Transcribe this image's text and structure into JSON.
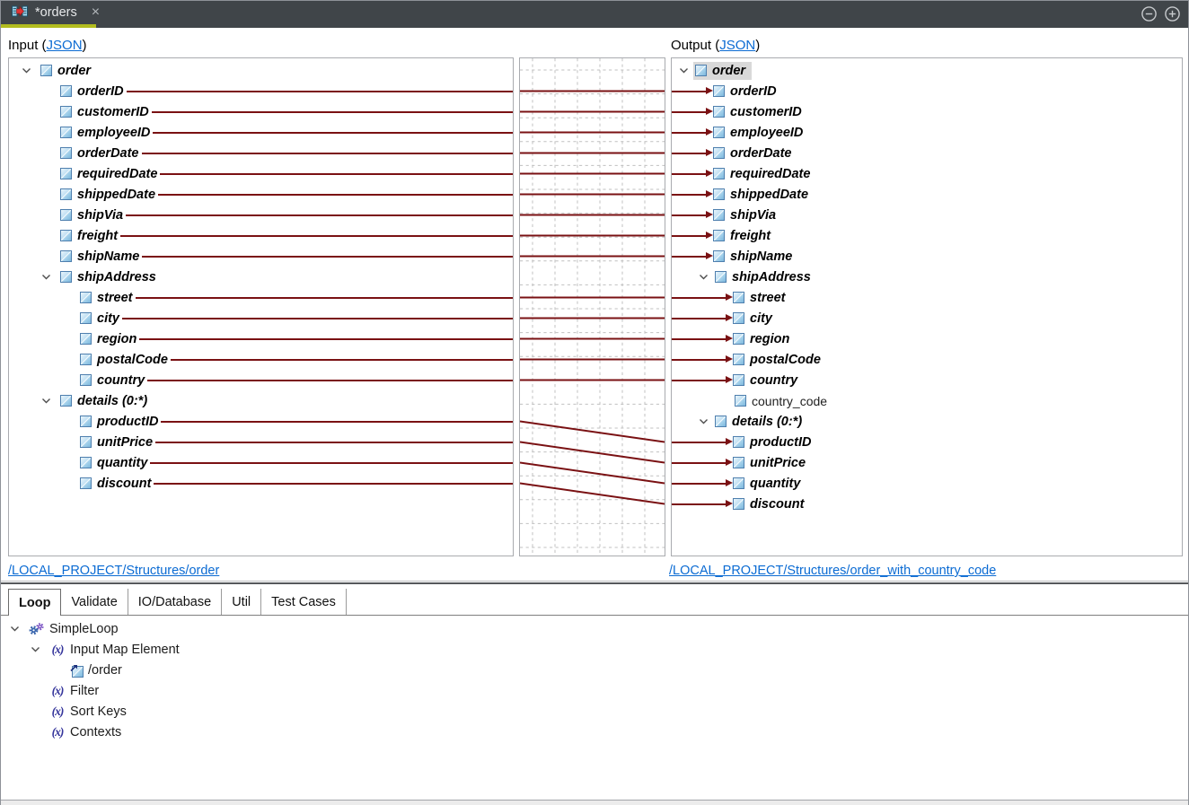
{
  "window": {
    "tab_title": "*orders",
    "close_glyph": "×"
  },
  "colors": {
    "mapping_line": "#7a1113",
    "link": "#0b6bd3",
    "tab_accent_green": "#b2bc1e",
    "titlebar_bg": "#404549",
    "selection_bg": "#d9d9d9",
    "node_icon_blue": "#a8d3ec",
    "grid_dash": "#c0c0c0"
  },
  "input_panel": {
    "header_prefix": "Input (",
    "header_link": "JSON",
    "header_suffix": ")",
    "source_link": "/LOCAL_PROJECT/Structures/order",
    "rows": [
      {
        "label": "order",
        "level": 0,
        "group": true
      },
      {
        "label": "orderID",
        "level": 1,
        "line": true
      },
      {
        "label": "customerID",
        "level": 1,
        "line": true
      },
      {
        "label": "employeeID",
        "level": 1,
        "line": true
      },
      {
        "label": "orderDate",
        "level": 1,
        "line": true
      },
      {
        "label": "requiredDate",
        "level": 1,
        "line": true
      },
      {
        "label": "shippedDate",
        "level": 1,
        "line": true
      },
      {
        "label": "shipVia",
        "level": 1,
        "line": true
      },
      {
        "label": "freight",
        "level": 1,
        "line": true
      },
      {
        "label": "shipName",
        "level": 1,
        "line": true
      },
      {
        "label": "shipAddress",
        "level": 1,
        "group": true
      },
      {
        "label": "street",
        "level": 2,
        "line": true
      },
      {
        "label": "city",
        "level": 2,
        "line": true
      },
      {
        "label": "region",
        "level": 2,
        "line": true
      },
      {
        "label": "postalCode",
        "level": 2,
        "line": true
      },
      {
        "label": "country",
        "level": 2,
        "line": true
      },
      {
        "label": "details (0:*)",
        "level": 1,
        "group": true
      },
      {
        "label": "productID",
        "level": 2,
        "line": true
      },
      {
        "label": "unitPrice",
        "level": 2,
        "line": true
      },
      {
        "label": "quantity",
        "level": 2,
        "line": true
      },
      {
        "label": "discount",
        "level": 2,
        "line": true
      }
    ]
  },
  "output_panel": {
    "header_prefix": "Output (",
    "header_link": "JSON",
    "header_suffix": ")",
    "source_link": "/LOCAL_PROJECT/Structures/order_with_country_code",
    "rows": [
      {
        "label": "order",
        "level": 0,
        "group": true,
        "selected": true
      },
      {
        "label": "orderID",
        "level": 1,
        "arrow": true
      },
      {
        "label": "customerID",
        "level": 1,
        "arrow": true
      },
      {
        "label": "employeeID",
        "level": 1,
        "arrow": true
      },
      {
        "label": "orderDate",
        "level": 1,
        "arrow": true
      },
      {
        "label": "requiredDate",
        "level": 1,
        "arrow": true
      },
      {
        "label": "shippedDate",
        "level": 1,
        "arrow": true
      },
      {
        "label": "shipVia",
        "level": 1,
        "arrow": true
      },
      {
        "label": "freight",
        "level": 1,
        "arrow": true
      },
      {
        "label": "shipName",
        "level": 1,
        "arrow": true
      },
      {
        "label": "shipAddress",
        "level": 1,
        "group": true
      },
      {
        "label": "street",
        "level": 2,
        "arrow": true
      },
      {
        "label": "city",
        "level": 2,
        "arrow": true
      },
      {
        "label": "region",
        "level": 2,
        "arrow": true
      },
      {
        "label": "postalCode",
        "level": 2,
        "arrow": true
      },
      {
        "label": "country",
        "level": 2,
        "arrow": true
      },
      {
        "label": "country_code",
        "level": 2,
        "plain": true
      },
      {
        "label": "details (0:*)",
        "level": 1,
        "group": true
      },
      {
        "label": "productID",
        "level": 2,
        "arrow": true
      },
      {
        "label": "unitPrice",
        "level": 2,
        "arrow": true
      },
      {
        "label": "quantity",
        "level": 2,
        "arrow": true
      },
      {
        "label": "discount",
        "level": 2,
        "arrow": true
      }
    ]
  },
  "mappings": [
    {
      "from": "orderID",
      "to": "orderID"
    },
    {
      "from": "customerID",
      "to": "customerID"
    },
    {
      "from": "employeeID",
      "to": "employeeID"
    },
    {
      "from": "orderDate",
      "to": "orderDate"
    },
    {
      "from": "requiredDate",
      "to": "requiredDate"
    },
    {
      "from": "shippedDate",
      "to": "shippedDate"
    },
    {
      "from": "shipVia",
      "to": "shipVia"
    },
    {
      "from": "freight",
      "to": "freight"
    },
    {
      "from": "shipName",
      "to": "shipName"
    },
    {
      "from": "street",
      "to": "street"
    },
    {
      "from": "city",
      "to": "city"
    },
    {
      "from": "region",
      "to": "region"
    },
    {
      "from": "postalCode",
      "to": "postalCode"
    },
    {
      "from": "country",
      "to": "country"
    },
    {
      "from": "productID",
      "to": "productID"
    },
    {
      "from": "unitPrice",
      "to": "unitPrice"
    },
    {
      "from": "quantity",
      "to": "quantity"
    },
    {
      "from": "discount",
      "to": "discount"
    }
  ],
  "bottom_tabs": {
    "tabs": [
      {
        "label": "Loop",
        "active": true
      },
      {
        "label": "Validate",
        "active": false
      },
      {
        "label": "IO/Database",
        "active": false
      },
      {
        "label": "Util",
        "active": false
      },
      {
        "label": "Test Cases",
        "active": false
      }
    ]
  },
  "loop_tree": {
    "rows": [
      {
        "label": "SimpleLoop",
        "icon": "gears-icon",
        "level": 0,
        "chevron": true
      },
      {
        "label": "Input Map Element",
        "icon": "fx-icon",
        "level": 1,
        "chevron": true
      },
      {
        "label": "/order",
        "icon": "map-element-icon",
        "level": 2,
        "chevron": false
      },
      {
        "label": "Filter",
        "icon": "fx-icon",
        "level": 1,
        "chevron": false
      },
      {
        "label": "Sort Keys",
        "icon": "fx-icon",
        "level": 1,
        "chevron": false
      },
      {
        "label": "Contexts",
        "icon": "fx-icon",
        "level": 1,
        "chevron": false
      }
    ]
  }
}
